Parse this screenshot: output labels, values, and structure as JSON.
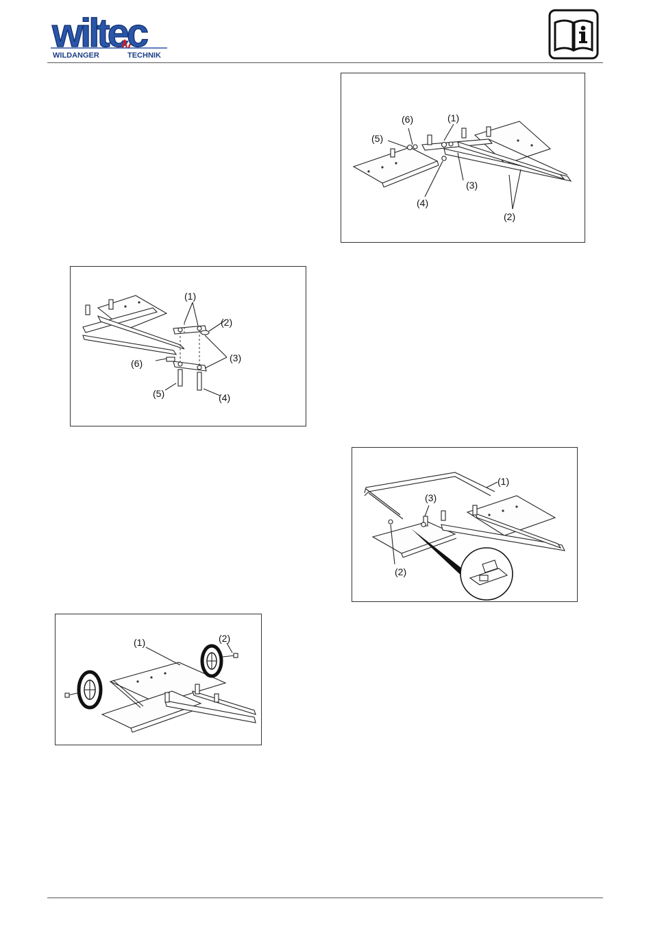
{
  "header": {
    "brand": "wiltec",
    "brand_sub_left": "WILDANGER",
    "brand_sub_right": "TECHNIK",
    "info_icon": "manual-info-icon"
  },
  "figures": {
    "fig_top_right": {
      "labels": [
        "(1)",
        "(2)",
        "(3)",
        "(4)",
        "(5)",
        "(6)"
      ]
    },
    "fig_left_upper": {
      "labels": [
        "(1)",
        "(2)",
        "(3)",
        "(4)",
        "(5)",
        "(6)"
      ]
    },
    "fig_right_middle": {
      "labels": [
        "(1)",
        "(2)",
        "(3)"
      ]
    },
    "fig_left_lower": {
      "labels": [
        "(1)",
        "(2)"
      ]
    }
  }
}
